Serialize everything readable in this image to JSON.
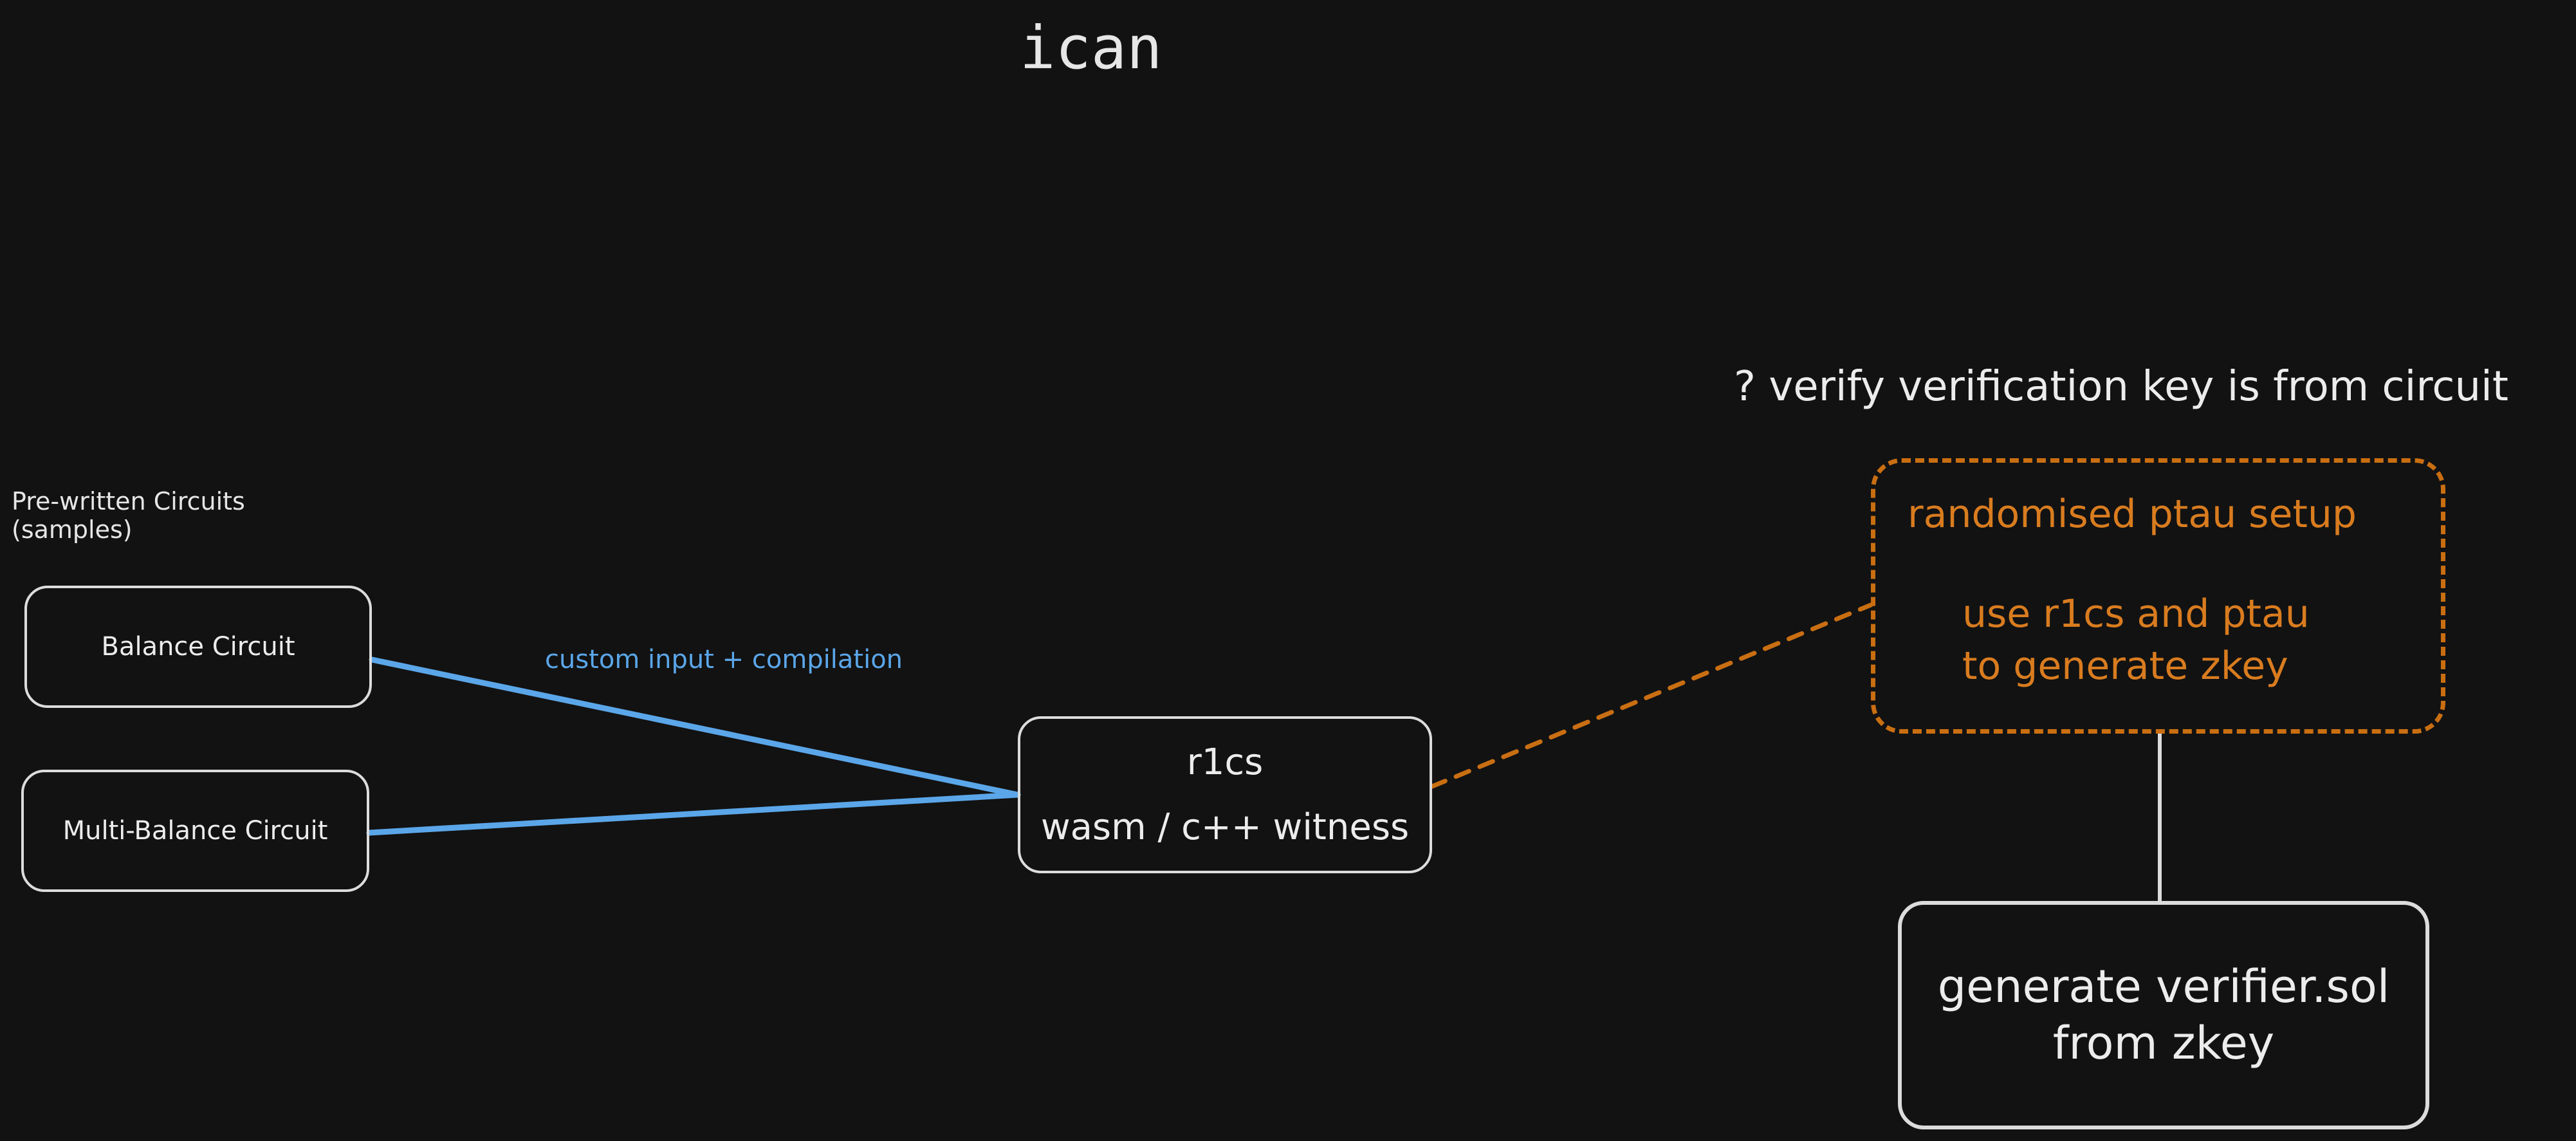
{
  "diagram": {
    "title": "ican",
    "section_label_line1": "Pre-written Circuits",
    "section_label_line2": "(samples)",
    "nodes": {
      "balance_circuit": "Balance Circuit",
      "multi_balance_circuit": "Multi-Balance Circuit",
      "r1cs_title": "r1cs",
      "r1cs_sub": "wasm / c++ witness",
      "ptau_title": "randomised ptau setup",
      "ptau_line1": "use r1cs and ptau",
      "ptau_line2": "to generate zkey",
      "verifier_line1": "generate verifier.sol",
      "verifier_line2": "from zkey"
    },
    "edges": {
      "compile_label": "custom input + compilation"
    },
    "question": "? verify verification key is from circuit",
    "colors": {
      "background": "#121212",
      "node_border": "#dcdcdc",
      "compile_edge": "#5aa6e8",
      "ptau_accent": "#c96f12"
    }
  }
}
